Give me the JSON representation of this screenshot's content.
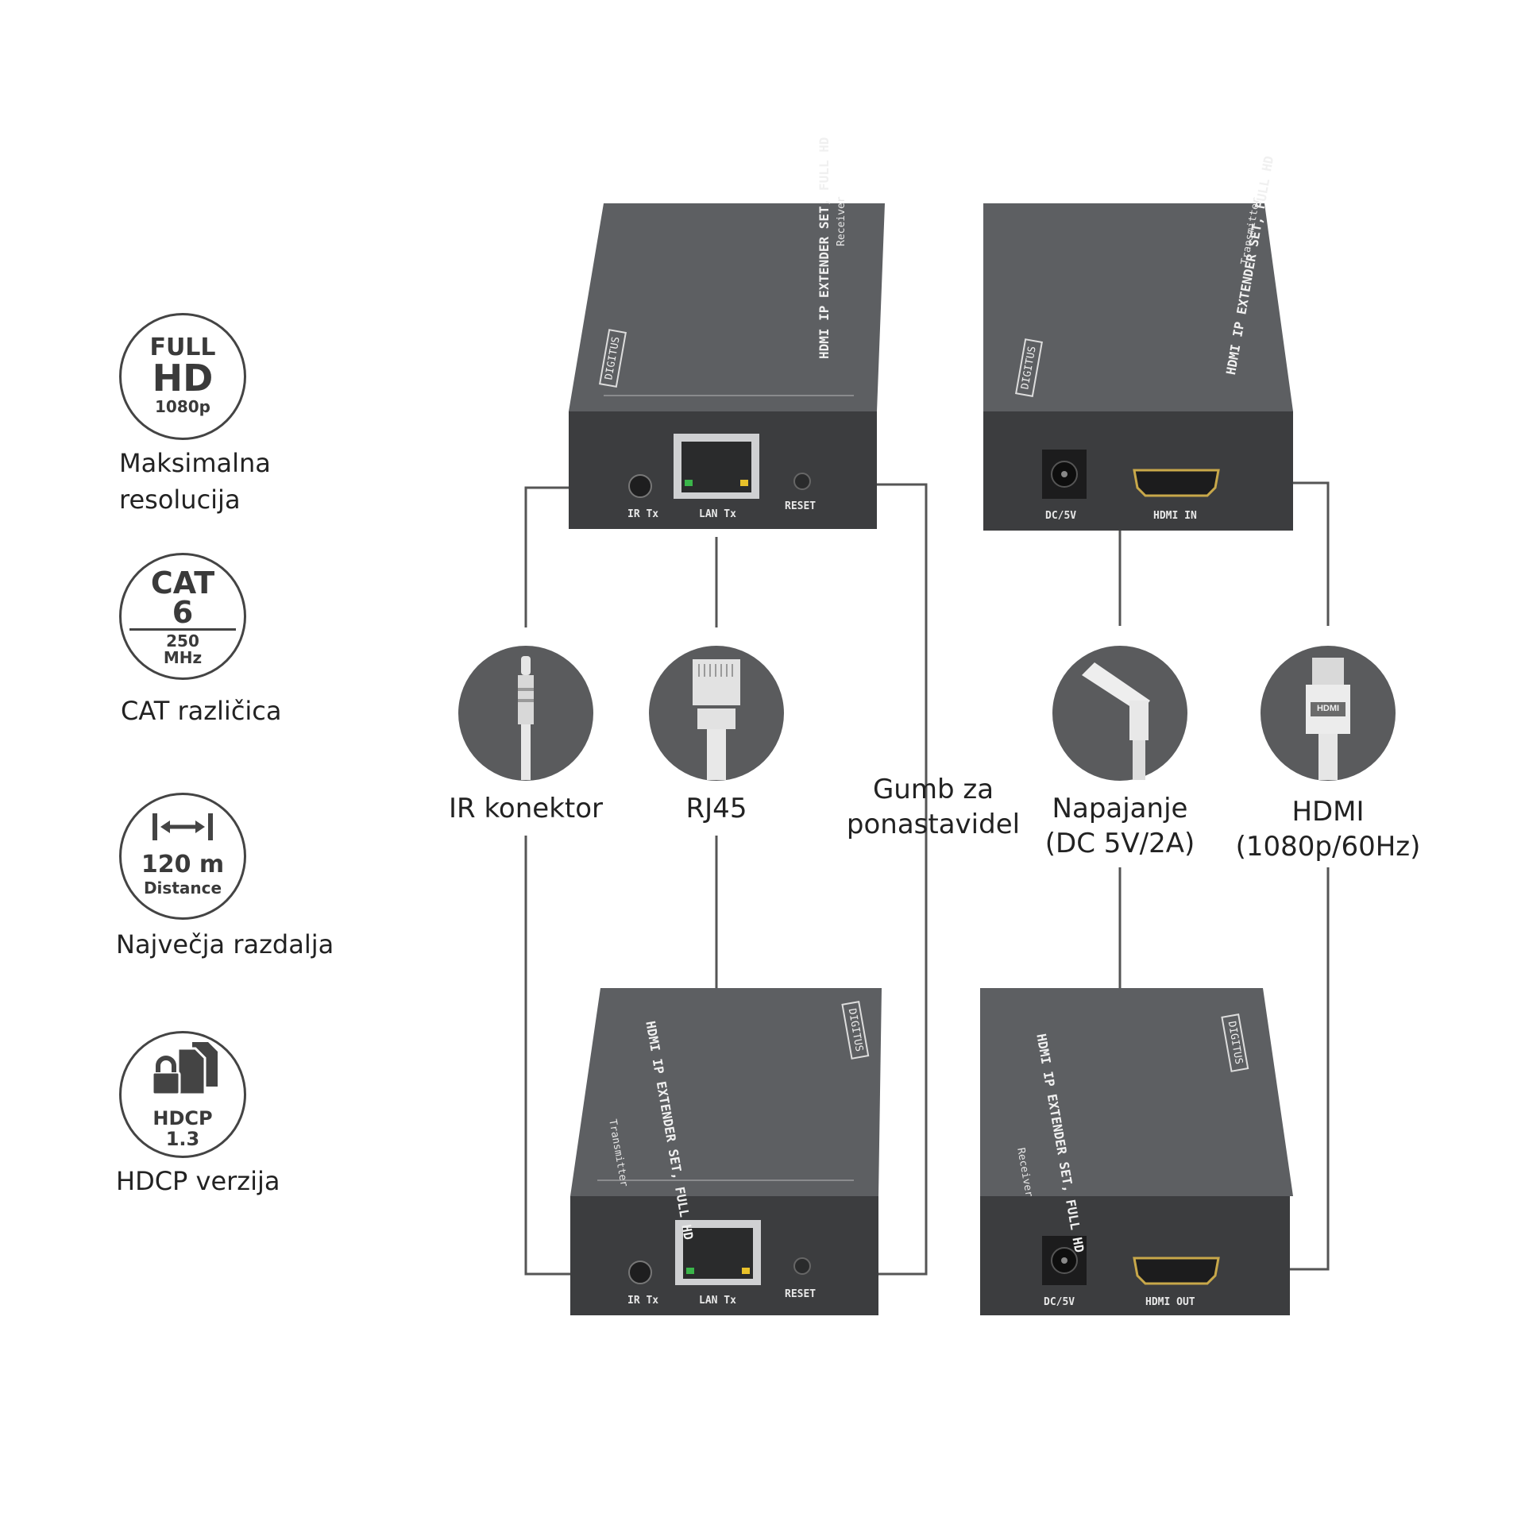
{
  "features": [
    {
      "line1": "FULL",
      "line2": "HD",
      "line3": "1080p",
      "label1": "Maksimalna",
      "label2": "resolucija"
    },
    {
      "line1": "CAT",
      "line2": "6",
      "line3": "250",
      "line4": "MHz",
      "label1": "CAT različica"
    },
    {
      "line1": "120 m",
      "line2": "Distance",
      "label1": "Največja razdalja"
    },
    {
      "line1": "HDCP",
      "line2": "1.3",
      "label1": "HDCP verzija"
    }
  ],
  "connectors": {
    "ir": "IR konektor",
    "rj45": "RJ45",
    "reset1": "Gumb za",
    "reset2": "ponastavidel",
    "power1": "Napajanje",
    "power2": "(DC 5V/2A)",
    "hdmi1": "HDMI",
    "hdmi2": "(1080p/60Hz)"
  },
  "devices": {
    "brand": "DIGITUS",
    "product": "HDMI IP EXTENDER SET, FULL HD",
    "receiver": "Receiver",
    "transmitter": "Transmitter",
    "ir_tx": "IR Tx",
    "lan_tx": "LAN Tx",
    "reset": "RESET",
    "dc": "DC/5V",
    "hdmi_in": "HDMI IN",
    "hdmi_out": "HDMI OUT",
    "hdmi_plug": "HDMI"
  },
  "colors": {
    "device_dark": "#3c3d3f",
    "device_top": "#5d5f62",
    "icon_circle": "#5a5b5d",
    "line": "#555555"
  }
}
